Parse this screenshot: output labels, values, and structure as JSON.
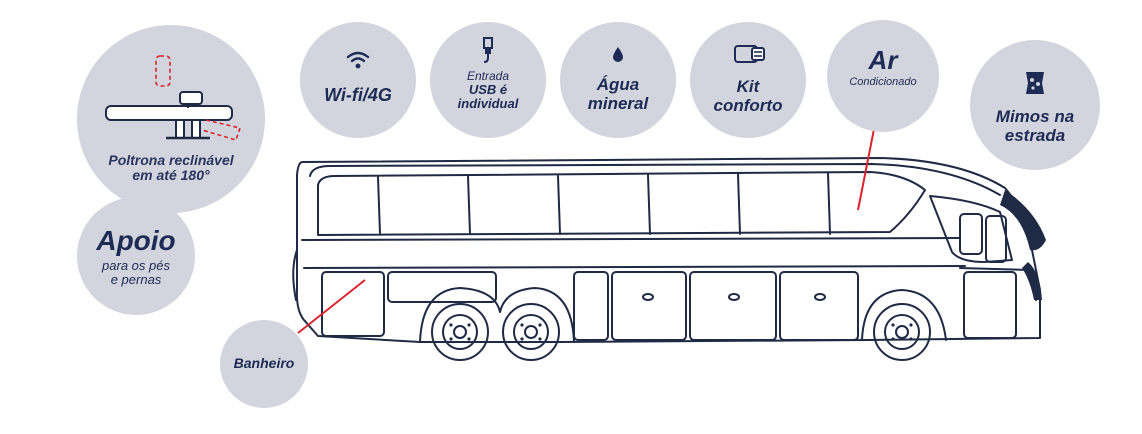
{
  "colors": {
    "bubble": "#d2d5dd",
    "text": "#1e2b55",
    "bus_outline": "#1f2a44",
    "pointer_line": "#d9252f"
  },
  "features": {
    "poltrona": {
      "line1": "Poltrona reclinável",
      "line2": "em até 180°",
      "icon": "reclining-seat-icon"
    },
    "apoio": {
      "title": "Apoio",
      "line1": "para os pés",
      "line2": "e pernas"
    },
    "wifi": {
      "label": "Wi-fi/4G",
      "icon": "wifi-icon"
    },
    "usb": {
      "line1": "Entrada",
      "line2": "USB é",
      "line3": "individual",
      "icon": "usb-icon"
    },
    "agua": {
      "line1": "Água",
      "line2": "mineral",
      "icon": "water-drop-icon"
    },
    "kit": {
      "line1": "Kit",
      "line2": "conforto",
      "icon": "comfort-kit-icon"
    },
    "ar": {
      "title": "Ar",
      "subtitle": "Condicionado"
    },
    "mimos": {
      "line1": "Mimos na",
      "line2": "estrada",
      "icon": "snack-icon"
    },
    "banheiro": {
      "label": "Banheiro"
    }
  }
}
